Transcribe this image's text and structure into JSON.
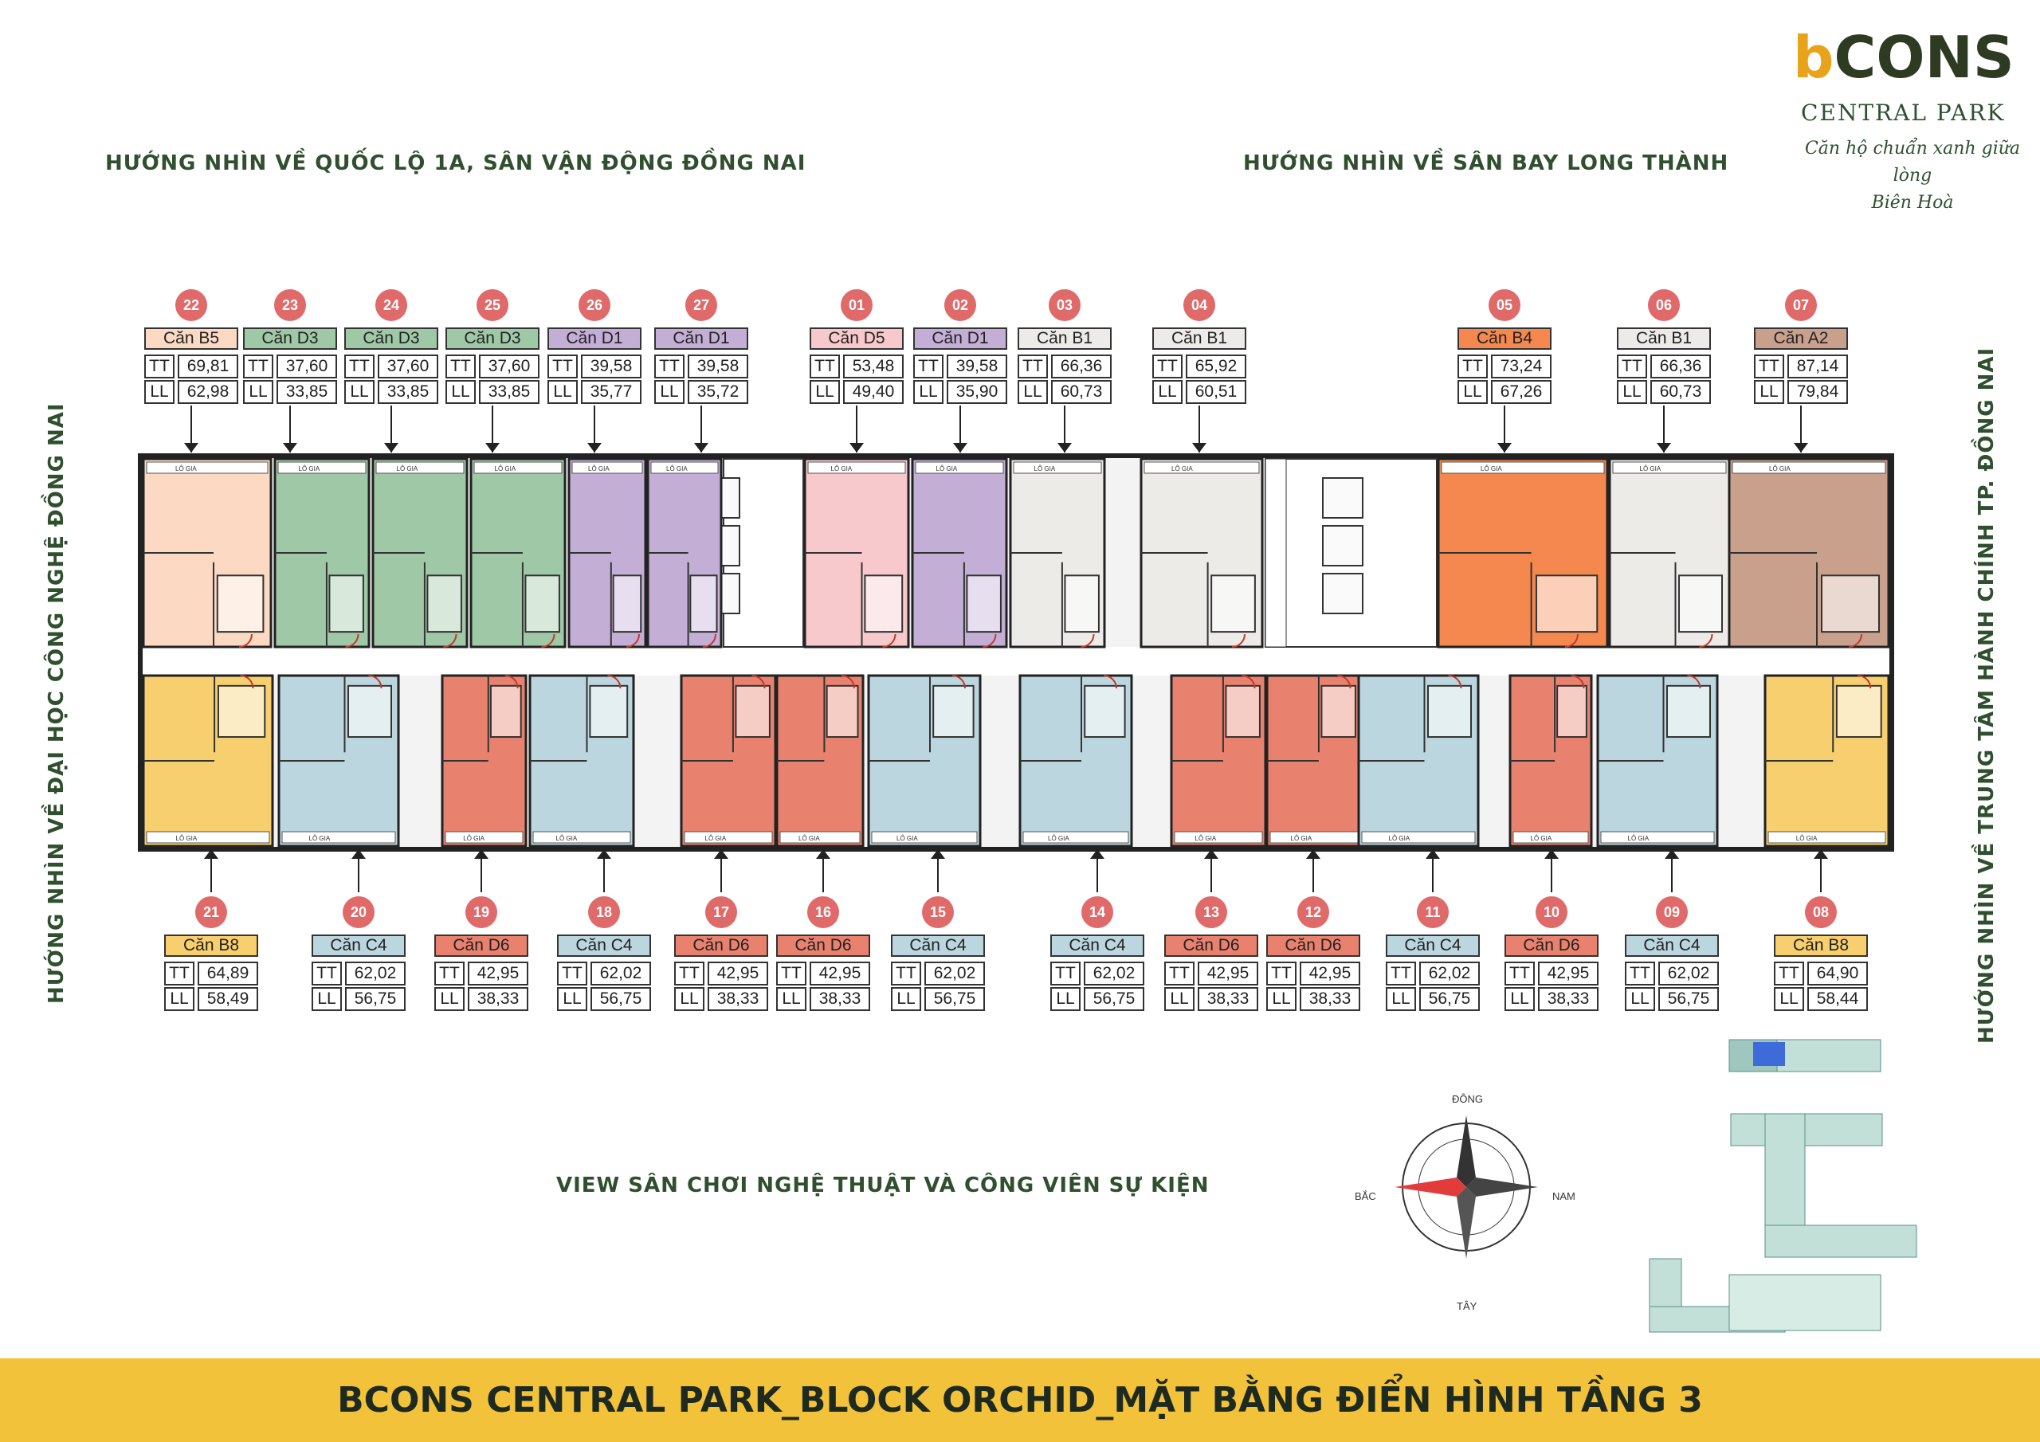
{
  "logo": {
    "brand_prefix": "b",
    "brand_rest": "CONS",
    "park": "CENTRAL PARK",
    "slogan_line1": "Căn hộ chuẩn xanh giữa lòng",
    "slogan_line2": "Biên Hoà"
  },
  "directions": {
    "top_left": "HƯỚNG NHÌN VỀ QUỐC LỘ 1A, SÂN VẬN ĐỘNG ĐỒNG NAI",
    "top_right": "HƯỚNG NHÌN VỀ SÂN BAY LONG THÀNH",
    "left": "HƯỚNG NHÌN VỀ ĐẠI HỌC CÔNG NGHỆ ĐỒNG NAI",
    "right": "HƯỚNG NHÌN VỀ TRUNG TÂM HÀNH CHÍNH TP. ĐỒNG NAI",
    "bottom": "VIEW SÂN CHƠI NGHỆ THUẬT VÀ CÔNG VIÊN SỰ KIỆN"
  },
  "compass": {
    "north": "ĐÔNG",
    "south": "TÂY",
    "west": "BẮC",
    "east": "NAM"
  },
  "loggia_label": "LÔ GIA",
  "colors": {
    "B5": "#fbd9c2",
    "D3": "#9fc9a6",
    "D1": "#c3aed6",
    "D5": "#f8c9cc",
    "B1": "#ecebe8",
    "B4": "#f5884e",
    "A2": "#c9a08c",
    "B8": "#f7cf6e",
    "C4": "#bcd6df",
    "D6": "#e8826f",
    "badge": "#e06a6a",
    "footer": "#f2c23a"
  },
  "units_top": [
    {
      "no": "22",
      "name": "Căn B5",
      "type": "B5",
      "tt": "69,81",
      "ll": "62,98"
    },
    {
      "no": "23",
      "name": "Căn D3",
      "type": "D3",
      "tt": "37,60",
      "ll": "33,85"
    },
    {
      "no": "24",
      "name": "Căn D3",
      "type": "D3",
      "tt": "37,60",
      "ll": "33,85"
    },
    {
      "no": "25",
      "name": "Căn D3",
      "type": "D3",
      "tt": "37,60",
      "ll": "33,85"
    },
    {
      "no": "26",
      "name": "Căn D1",
      "type": "D1",
      "tt": "39,58",
      "ll": "35,77"
    },
    {
      "no": "27",
      "name": "Căn D1",
      "type": "D1",
      "tt": "39,58",
      "ll": "35,72"
    },
    {
      "no": "01",
      "name": "Căn D5",
      "type": "D5",
      "tt": "53,48",
      "ll": "49,40"
    },
    {
      "no": "02",
      "name": "Căn D1",
      "type": "D1",
      "tt": "39,58",
      "ll": "35,90"
    },
    {
      "no": "03",
      "name": "Căn B1",
      "type": "B1",
      "tt": "66,36",
      "ll": "60,73"
    },
    {
      "no": "04",
      "name": "Căn B1",
      "type": "B1",
      "tt": "65,92",
      "ll": "60,51"
    },
    {
      "no": "05",
      "name": "Căn B4",
      "type": "B4",
      "tt": "73,24",
      "ll": "67,26"
    },
    {
      "no": "06",
      "name": "Căn B1",
      "type": "B1",
      "tt": "66,36",
      "ll": "60,73"
    },
    {
      "no": "07",
      "name": "Căn A2",
      "type": "A2",
      "tt": "87,14",
      "ll": "79,84"
    }
  ],
  "units_bottom": [
    {
      "no": "21",
      "name": "Căn B8",
      "type": "B8",
      "tt": "64,89",
      "ll": "58,49"
    },
    {
      "no": "20",
      "name": "Căn C4",
      "type": "C4",
      "tt": "62,02",
      "ll": "56,75"
    },
    {
      "no": "19",
      "name": "Căn D6",
      "type": "D6",
      "tt": "42,95",
      "ll": "38,33"
    },
    {
      "no": "18",
      "name": "Căn C4",
      "type": "C4",
      "tt": "62,02",
      "ll": "56,75"
    },
    {
      "no": "17",
      "name": "Căn D6",
      "type": "D6",
      "tt": "42,95",
      "ll": "38,33"
    },
    {
      "no": "16",
      "name": "Căn D6",
      "type": "D6",
      "tt": "42,95",
      "ll": "38,33"
    },
    {
      "no": "15",
      "name": "Căn C4",
      "type": "C4",
      "tt": "62,02",
      "ll": "56,75"
    },
    {
      "no": "14",
      "name": "Căn C4",
      "type": "C4",
      "tt": "62,02",
      "ll": "56,75"
    },
    {
      "no": "13",
      "name": "Căn D6",
      "type": "D6",
      "tt": "42,95",
      "ll": "38,33"
    },
    {
      "no": "12",
      "name": "Căn D6",
      "type": "D6",
      "tt": "42,95",
      "ll": "38,33"
    },
    {
      "no": "11",
      "name": "Căn C4",
      "type": "C4",
      "tt": "62,02",
      "ll": "56,75"
    },
    {
      "no": "10",
      "name": "Căn D6",
      "type": "D6",
      "tt": "42,95",
      "ll": "38,33"
    },
    {
      "no": "09",
      "name": "Căn C4",
      "type": "C4",
      "tt": "62,02",
      "ll": "56,75"
    },
    {
      "no": "08",
      "name": "Căn B8",
      "type": "B8",
      "tt": "64,90",
      "ll": "58,44"
    }
  ],
  "tt_label": "TT",
  "ll_label": "LL",
  "footer_title": "BCONS CENTRAL PARK_BLOCK ORCHID_MẶT BẰNG ĐIỂN HÌNH TẦNG 3"
}
